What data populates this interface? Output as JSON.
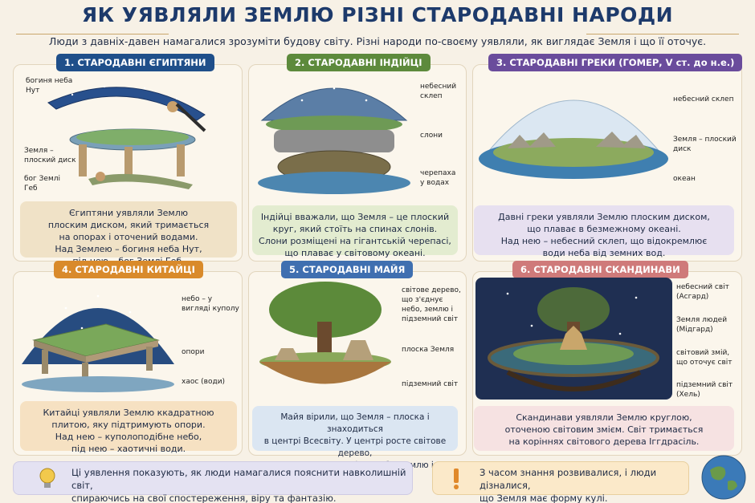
{
  "title": "ЯК УЯВЛЯЛИ ЗЕМЛЮ РІЗНІ СТАРОДАВНІ НАРОДИ",
  "intro": "Люди з давніх-давен намагалися зрозуміти будову світу. Різні народи по-своєму уявляли, як виглядає Земля і що її оточує.",
  "sections": [
    {
      "badge": "1. СТАРОДАВНІ ЄГИПТЯНИ",
      "color": "#1f4f8a",
      "labels": [
        "богиня неба Нут",
        "Земля – плоский диск",
        "бог Землі Геб"
      ],
      "caption": [
        "Єгиптяни уявляли Землю",
        "плоским диском, який тримається",
        "на опорах і оточений водами.",
        "Над Землею – богиня неба Нут,",
        "під нею – бог Землі Геб."
      ]
    },
    {
      "badge": "2. СТАРОДАВНІ ІНДІЙЦІ",
      "color": "#5d8a3c",
      "labels": [
        "небесний склеп",
        "слони",
        "черепаха у водах"
      ],
      "caption": [
        "Індійці вважали, що Земля – це плоский",
        "круг, який стоїть на спинах слонів.",
        "Слони розміщені на гігантській черепасі,",
        "що плаває у світовому океані."
      ]
    },
    {
      "badge": "3. СТАРОДАВНІ ГРЕКИ (ГОМЕР, V ст. до н.е.)",
      "color": "#6a4c9c",
      "labels": [
        "небесний склеп",
        "Земля – плоский диск",
        "океан"
      ],
      "caption": [
        "Давні греки уявляли Землю плоским диском,",
        "що плаває в безмежному океані.",
        "Над нею – небесний склеп, що відокремлює",
        "води неба від земних вод."
      ]
    },
    {
      "badge": "4. СТАРОДАВНІ КИТАЙЦІ",
      "color": "#d98a2b",
      "labels": [
        "небо – у вигляді куполу",
        "опори",
        "хаос (води)"
      ],
      "caption": [
        "Китайці уявляли Землю ккадратною",
        "плитою, яку підтримують опори.",
        "Над нею – куполоподібне небо,",
        "під нею – хаотичні води."
      ]
    },
    {
      "badge": "5. СТАРОДАВНІ МАЙЯ",
      "color": "#3f6fb0",
      "labels": [
        "світове дерево, що з'єднує небо, землю і підземний світ",
        "плоска Земля",
        "підземний світ"
      ],
      "caption": [
        "Майя вірили, що Земля – плоска і знаходиться",
        "в центрі Всесвіту. У центрі росте світове дерево,",
        "що з'єднує три світи: небо, землю і підземний світ."
      ]
    },
    {
      "badge": "6. СТАРОДАВНІ СКАНДИНАВИ",
      "color": "#cf7a7a",
      "labels": [
        "небесний світ (Асгард)",
        "Земля людей (Мідгард)",
        "світовий змій, що оточує світ",
        "підземний світ (Хель)"
      ],
      "caption": [
        "Скандинави уявляли Землю круглою,",
        "оточеною світовим змієм. Світ тримається",
        "на коріннях світового дерева Іггдрасіль."
      ]
    }
  ],
  "footer": {
    "left": [
      "Ці уявлення показують, як люди намагалися пояснити навколишній світ,",
      "спираючись на свої спостереження, віру та фантазію."
    ],
    "right": [
      "З часом знання розвивалися, і люди дізналися,",
      "що Земля має форму кулі."
    ]
  }
}
